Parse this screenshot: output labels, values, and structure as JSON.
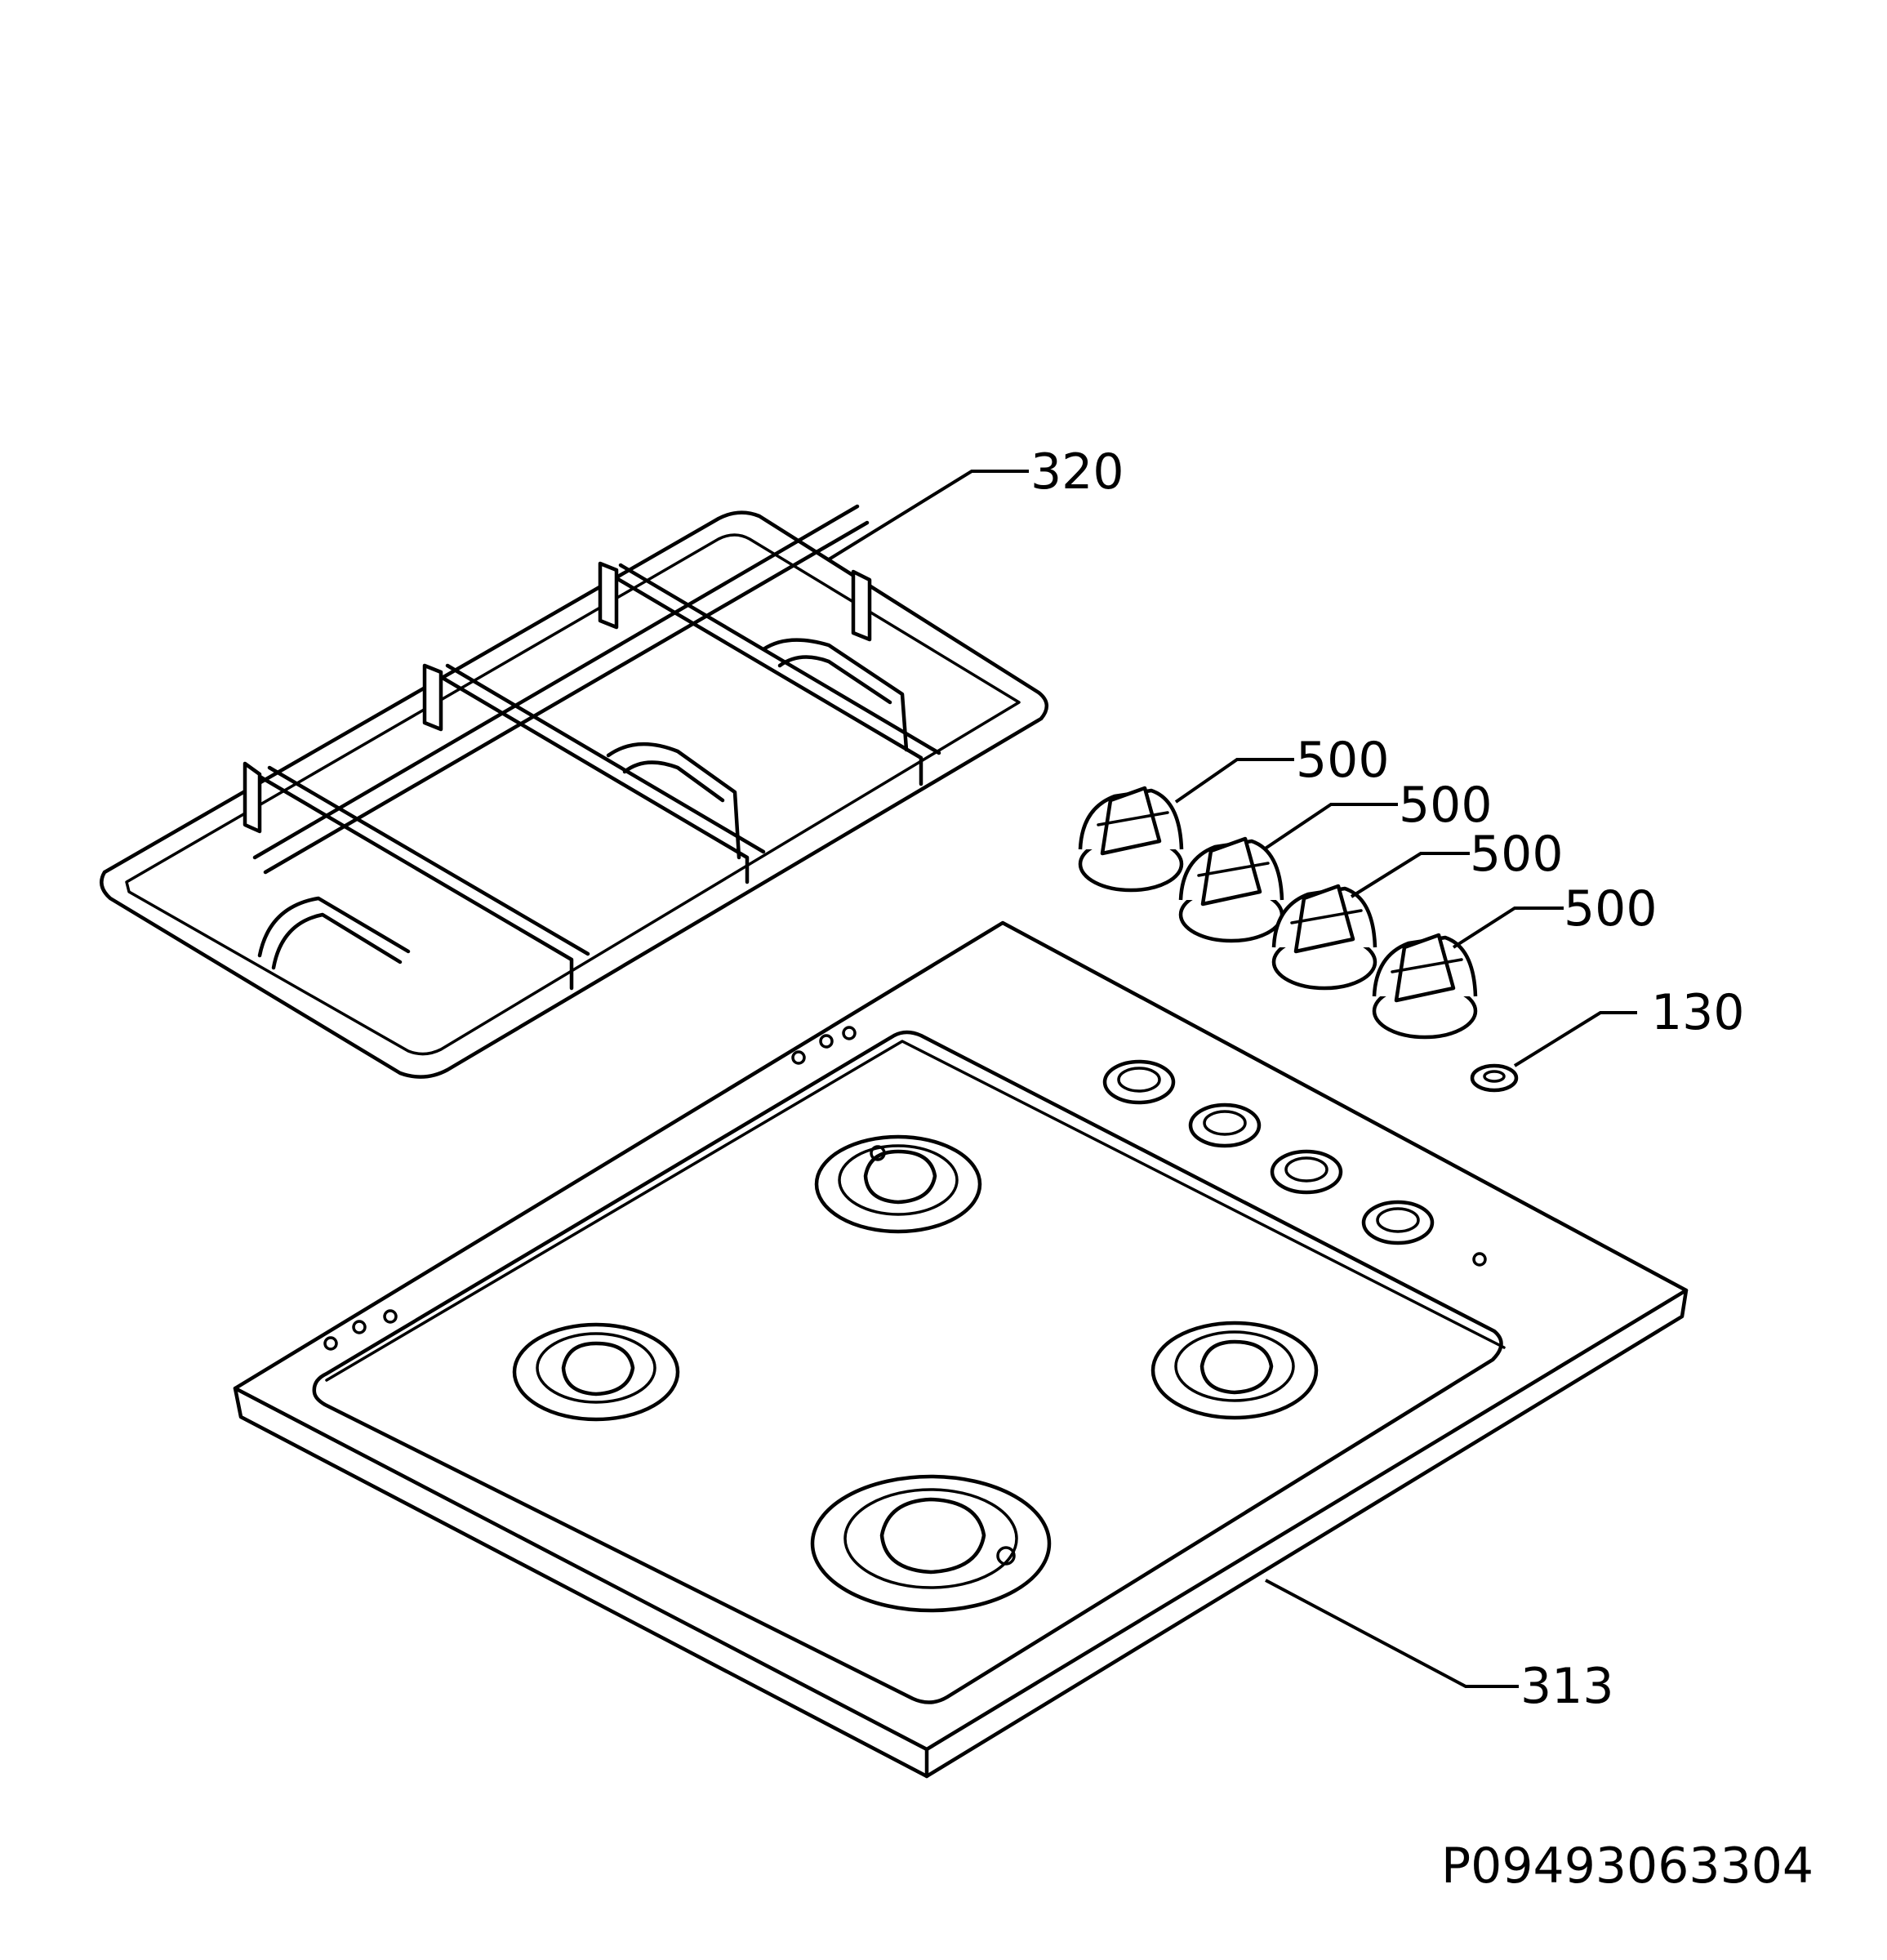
{
  "diagram": {
    "document_code": "P09493063304",
    "callouts": {
      "grate": "320",
      "knob_1": "500",
      "knob_2": "500",
      "knob_3": "500",
      "knob_4": "500",
      "washer": "130",
      "hob_top": "313"
    }
  }
}
